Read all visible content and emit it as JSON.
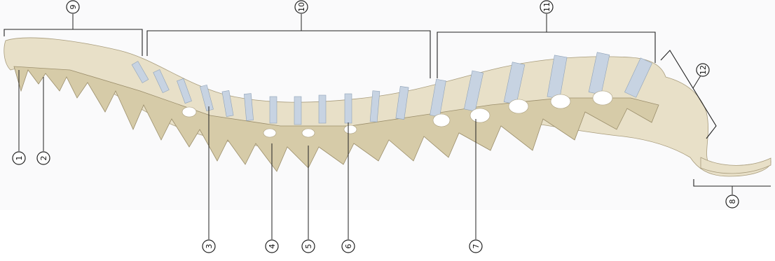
{
  "diagram": {
    "labels": {
      "l1": "1",
      "l2": "2",
      "l3": "3",
      "l4": "4",
      "l5": "5",
      "l6": "6",
      "l7": "7",
      "l8": "8",
      "l9": "9",
      "l10": "10",
      "l11": "11",
      "l12": "12"
    },
    "colors": {
      "bone": "#e8e0c8",
      "disc": "#c7d3e2",
      "background": "#ffffff"
    }
  }
}
